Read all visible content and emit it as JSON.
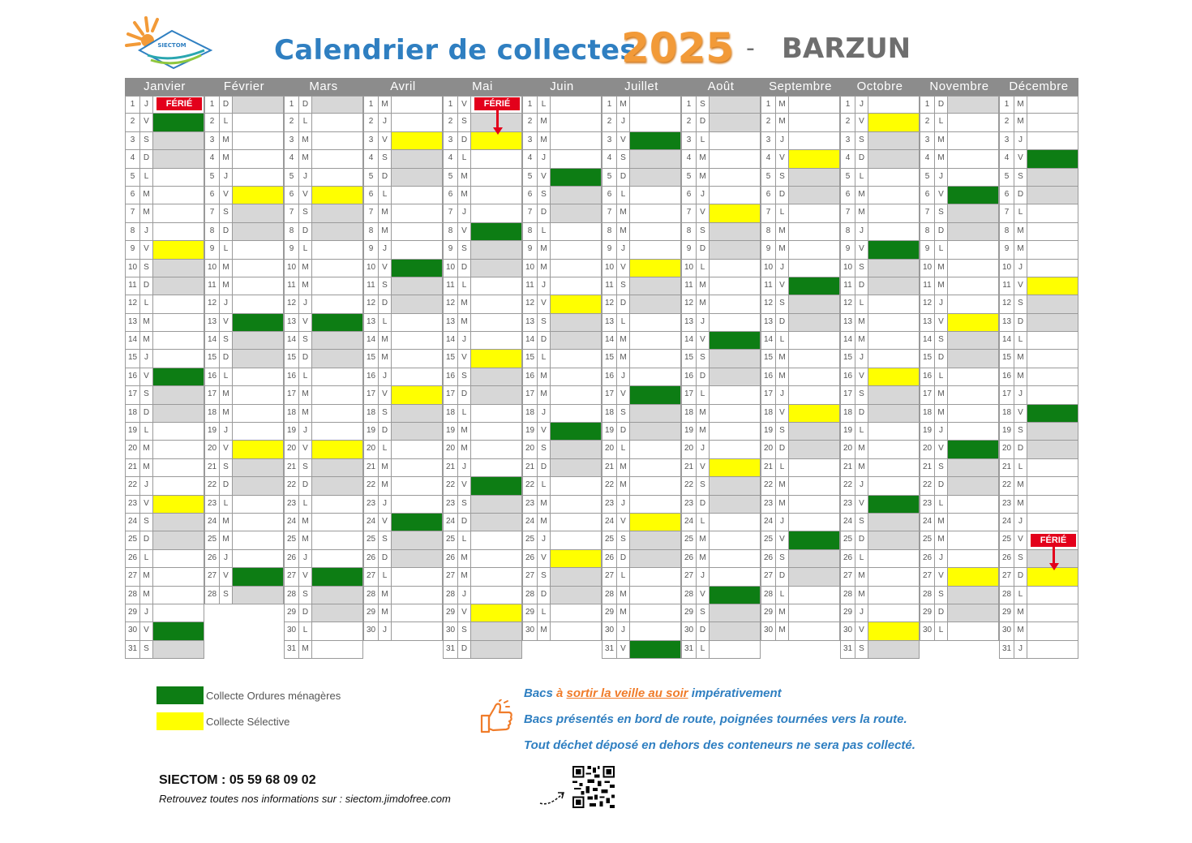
{
  "title": {
    "main": "Calendrier de collectes",
    "year": "2025",
    "dash": "-",
    "city": "BARZUN"
  },
  "colors": {
    "ordures": "#0d7d14",
    "selective": "#ffff00",
    "weekend": "#d7d7d7",
    "ferie": "#e3001b",
    "header": "#8c8c8c"
  },
  "months": [
    {
      "name": "Janvier",
      "start": 3,
      "days": 31,
      "om": [
        2,
        16,
        30
      ],
      "sel": [
        9,
        23
      ],
      "ferie": 1
    },
    {
      "name": "Février",
      "start": 6,
      "days": 28,
      "om": [
        13,
        27
      ],
      "sel": [
        6,
        20
      ],
      "ferie": null
    },
    {
      "name": "Mars",
      "start": 6,
      "days": 31,
      "om": [
        13,
        27
      ],
      "sel": [
        6,
        20
      ],
      "ferie": null
    },
    {
      "name": "Avril",
      "start": 2,
      "days": 30,
      "om": [
        10,
        24
      ],
      "sel": [
        3,
        17
      ],
      "ferie": null
    },
    {
      "name": "Mai",
      "start": 4,
      "days": 31,
      "om": [
        8,
        22
      ],
      "sel": [
        3,
        15,
        29
      ],
      "ferie": 1,
      "ferie_target": 3
    },
    {
      "name": "Juin",
      "start": 0,
      "days": 30,
      "om": [
        5,
        19
      ],
      "sel": [
        12,
        26
      ],
      "ferie": null
    },
    {
      "name": "Juillet",
      "start": 2,
      "days": 31,
      "om": [
        3,
        17,
        31
      ],
      "sel": [
        10,
        24
      ],
      "ferie": null
    },
    {
      "name": "Août",
      "start": 5,
      "days": 31,
      "om": [
        14,
        28
      ],
      "sel": [
        7,
        21
      ],
      "ferie": null
    },
    {
      "name": "Septembre",
      "start": 1,
      "days": 30,
      "om": [
        11,
        25
      ],
      "sel": [
        4,
        18
      ],
      "ferie": null
    },
    {
      "name": "Octobre",
      "start": 3,
      "days": 31,
      "om": [
        9,
        23
      ],
      "sel": [
        2,
        16,
        30
      ],
      "ferie": null
    },
    {
      "name": "Novembre",
      "start": 6,
      "days": 30,
      "om": [
        6,
        20
      ],
      "sel": [
        13,
        27
      ],
      "ferie": null
    },
    {
      "name": "Décembre",
      "start": 1,
      "days": 31,
      "om": [
        4,
        18
      ],
      "sel": [
        11,
        27
      ],
      "ferie": 25,
      "ferie_target": 27
    }
  ],
  "day_letters": [
    "L",
    "M",
    "M",
    "J",
    "V",
    "S",
    "D"
  ],
  "ferie_label": "FÉRIÉ",
  "legend": {
    "ordures": "Collecte Ordures ménagères",
    "selective": "Collecte Sélective"
  },
  "notes": {
    "line1_a": "Bacs ",
    "line1_b": "à",
    "line1_c": " ",
    "line1_d": "sortir la veille au soir",
    "line1_e": " impérativement",
    "line2": "Bacs présentés en bord de route, poignées tournées vers la route.",
    "line3": "Tout déchet déposé en dehors des conteneurs ne sera pas collecté."
  },
  "contact": {
    "phone_line": "SIECTOM : 05 59 68 09 02",
    "site_line": "Retrouvez toutes nos informations sur :  siectom.jimdofree.com"
  },
  "icons": {
    "logo": "siectom-logo",
    "thumb": "thumbs-up-icon",
    "arrow": "swoosh-arrow-icon",
    "qr": "qr-code-icon"
  }
}
